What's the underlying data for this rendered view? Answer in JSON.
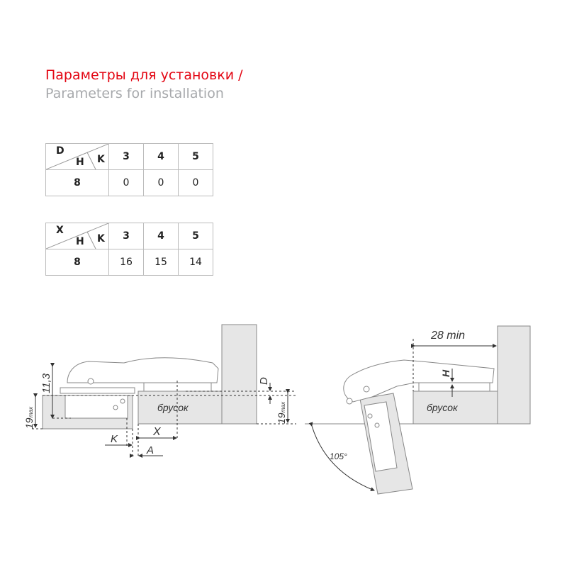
{
  "title": {
    "ru": "Параметры для установки /",
    "en": "Parameters for installation"
  },
  "tables": [
    {
      "corner": {
        "top": "D",
        "row": "H",
        "col": "K"
      },
      "columns": [
        "3",
        "4",
        "5"
      ],
      "rows": [
        {
          "h": "8",
          "values": [
            "0",
            "0",
            "0"
          ]
        }
      ]
    },
    {
      "corner": {
        "top": "X",
        "row": "H",
        "col": "K"
      },
      "columns": [
        "3",
        "4",
        "5"
      ],
      "rows": [
        {
          "h": "8",
          "values": [
            "16",
            "15",
            "14"
          ]
        }
      ]
    }
  ],
  "diagram_left": {
    "block_label": "брусок",
    "dim_11_3": "11,3",
    "dim_19": "19",
    "dim_max": "max",
    "dim_D": "D",
    "dim_X": "X",
    "dim_K": "K",
    "dim_A": "A"
  },
  "diagram_right": {
    "block_label": "брусок",
    "dim_28": "28 min",
    "dim_H": "H",
    "angle": "105°"
  }
}
